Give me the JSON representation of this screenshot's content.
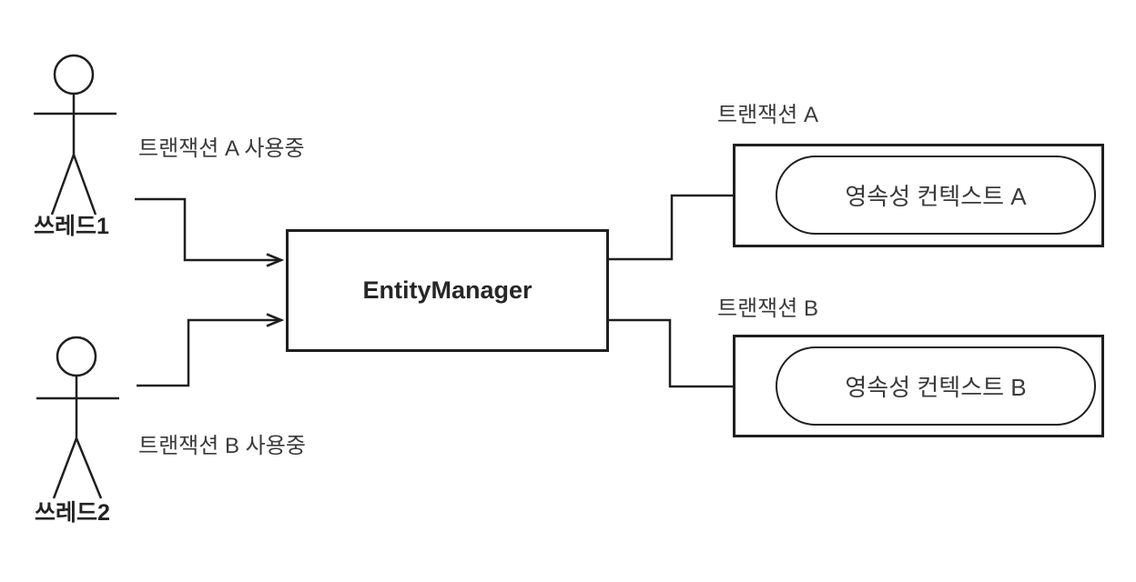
{
  "diagram": {
    "actors": [
      {
        "name": "쓰레드1",
        "annotation": "트랜잭션 A 사용중"
      },
      {
        "name": "쓰레드2",
        "annotation": "트랜잭션 B 사용중"
      }
    ],
    "entity_manager": {
      "label": "EntityManager"
    },
    "transactions": [
      {
        "label": "트랜잭션 A",
        "context": "영속성 컨텍스트 A"
      },
      {
        "label": "트랜잭션 B",
        "context": "영속성 컨텍스트 B"
      }
    ],
    "colors": {
      "stroke": "#1f1f1f",
      "text": "#3a3a3a",
      "background": "#ffffff"
    }
  }
}
